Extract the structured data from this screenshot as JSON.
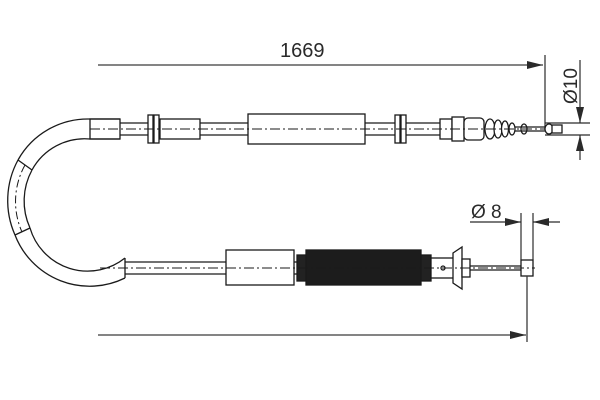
{
  "diagram": {
    "type": "technical drawing",
    "subject": "cable assembly",
    "dimensions": {
      "length": "1669",
      "end_diameter_top": "Ø10",
      "end_diameter_bottom": "Ø 8"
    },
    "colors": {
      "line": "#1a1a1a",
      "dimension_line": "#3a3a3a",
      "background": "#ffffff"
    }
  }
}
